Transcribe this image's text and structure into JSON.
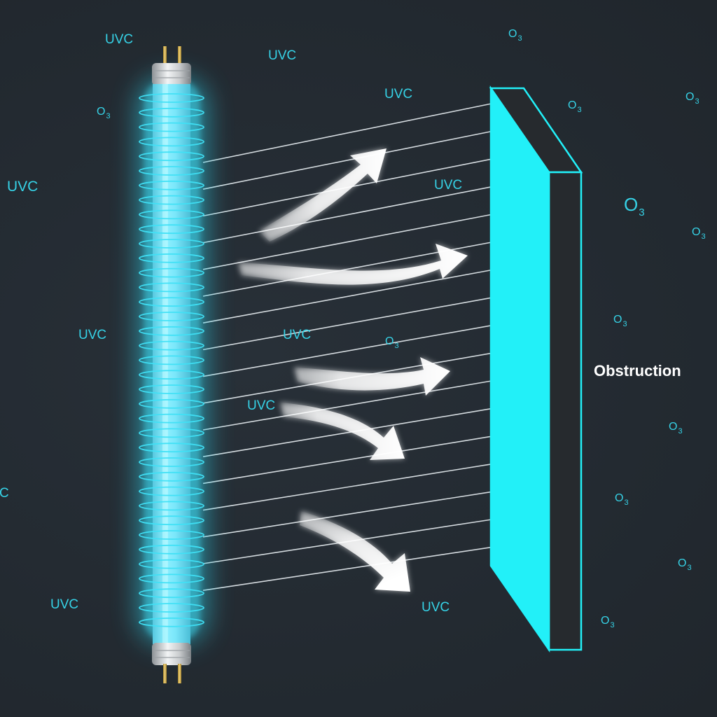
{
  "labels": {
    "uvc": "UVC",
    "uvc_partial": "C",
    "o3_base": "O",
    "o3_sub": "3",
    "obstruction": "Obstruction"
  },
  "colors": {
    "background": "#232a31",
    "accent_cyan": "#36d2e6",
    "lamp_glow": "#3fe0f5",
    "panel_face": "#22f0f8",
    "panel_edge": "#262a2e",
    "ray_line": "#e8eef2",
    "arrow": "#ffffff"
  },
  "icons": {
    "lamp": "uv-lamp-icon",
    "panel": "obstruction-panel-icon",
    "arrows": "airflow-arrow-icon"
  }
}
